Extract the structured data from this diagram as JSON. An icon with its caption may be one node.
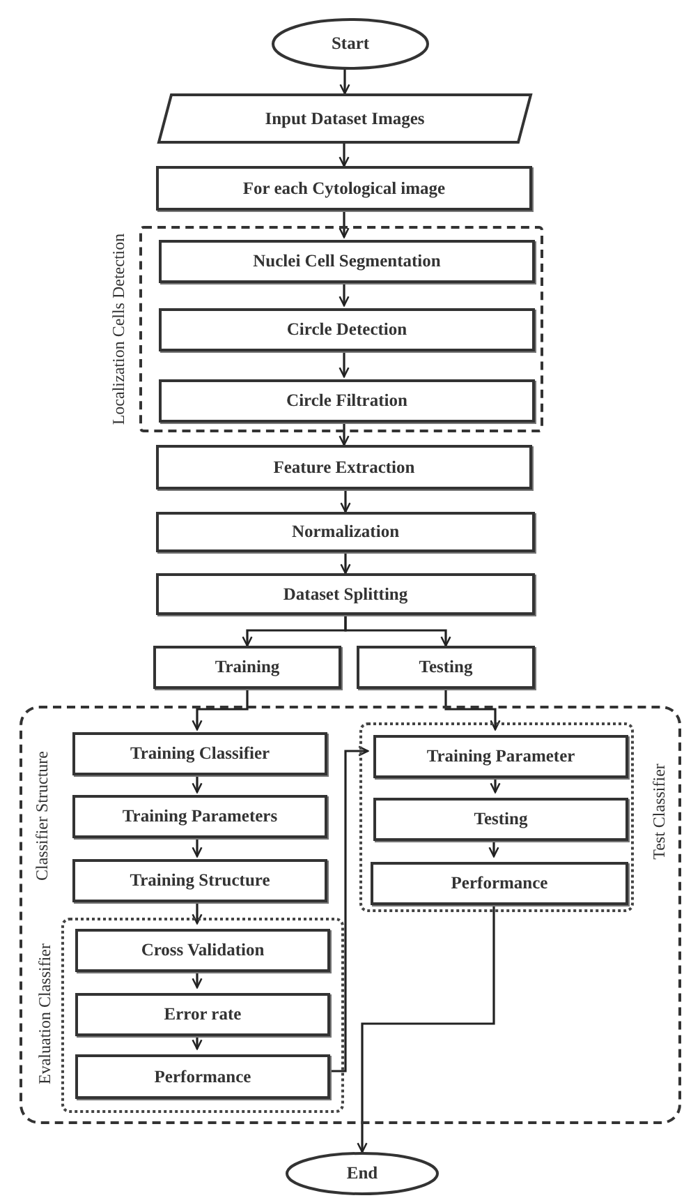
{
  "diagram": {
    "nodes": [
      {
        "text": [
          "Start"
        ]
      },
      {
        "text": [
          "Input Dataset Images"
        ]
      },
      {
        "text": [
          "For each Cytological image"
        ]
      },
      {
        "text": [
          "Localization Cells Detection"
        ]
      },
      {
        "text": [
          "Nuclei Cell Segmentation"
        ],
        "in": 3
      },
      {
        "text": [
          "Circle Detection"
        ],
        "in": 3
      },
      {
        "text": [
          "Circle Filtration"
        ],
        "in": 3
      },
      {
        "text": [
          "Feature Extraction"
        ]
      },
      {
        "text": [
          "Normalization"
        ]
      },
      {
        "text": [
          "Dataset Splitting"
        ]
      },
      {
        "text": [
          "Training"
        ]
      },
      {
        "text": [
          "Testing"
        ]
      },
      {
        "text": [
          "Classifier Structure"
        ]
      },
      {
        "text": [
          "Training Classifier"
        ],
        "in": 12
      },
      {
        "text": [
          "Training Parameters"
        ],
        "in": 12
      },
      {
        "text": [
          "Training Structure"
        ],
        "in": 12
      },
      {
        "text": [
          "Evaluation Classifier"
        ],
        "in": 12
      },
      {
        "text": [
          "Cross Validation"
        ],
        "in": 16
      },
      {
        "text": [
          "Error rate"
        ],
        "in": 16
      },
      {
        "text": [
          "Performance"
        ],
        "in": 16
      },
      {
        "text": [
          "Test Classifier"
        ],
        "in": 12
      },
      {
        "text": [
          "Training Parameter"
        ],
        "in": 20
      },
      {
        "text": [
          "Testing"
        ],
        "in": 20
      },
      {
        "text": [
          "Performance"
        ],
        "in": 20
      },
      {
        "text": [
          "End"
        ]
      }
    ],
    "edges": [
      {
        "from": 0,
        "to": 1,
        "arrow": "to"
      },
      {
        "from": 1,
        "to": 2,
        "arrow": "to"
      },
      {
        "from": 2,
        "to": 4,
        "arrow": "to"
      },
      {
        "from": 4,
        "to": 5,
        "arrow": "to"
      },
      {
        "from": 5,
        "to": 6,
        "arrow": "to"
      },
      {
        "from": 6,
        "to": 7,
        "arrow": "to"
      },
      {
        "from": 7,
        "to": 8,
        "arrow": "to"
      },
      {
        "from": 8,
        "to": 9,
        "arrow": "to"
      },
      {
        "from": 9,
        "to": 10,
        "arrow": "to"
      },
      {
        "from": 9,
        "to": 11,
        "arrow": "to"
      },
      {
        "from": 10,
        "to": 13,
        "arrow": "to"
      },
      {
        "from": 11,
        "to": 21,
        "arrow": "to"
      },
      {
        "from": 13,
        "to": 14,
        "arrow": "to"
      },
      {
        "from": 14,
        "to": 15,
        "arrow": "to"
      },
      {
        "from": 15,
        "to": 17,
        "arrow": "to"
      },
      {
        "from": 17,
        "to": 18,
        "arrow": "to"
      },
      {
        "from": 18,
        "to": 19,
        "arrow": "to"
      },
      {
        "from": 19,
        "to": 21,
        "arrow": "to"
      },
      {
        "from": 21,
        "to": 22,
        "arrow": "to"
      },
      {
        "from": 22,
        "to": 23,
        "arrow": "to"
      },
      {
        "from": 23,
        "to": 24,
        "arrow": "to"
      }
    ]
  }
}
